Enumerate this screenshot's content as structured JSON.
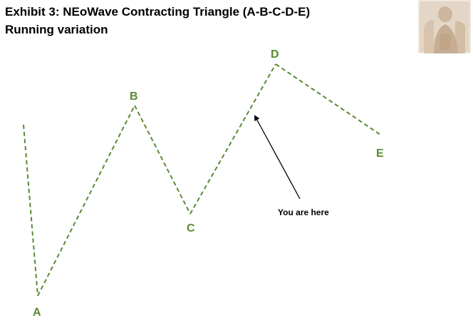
{
  "header": {
    "title_line1": "Exhibit 3: NEoWave Contracting Triangle (A-B-C-D-E)",
    "title_line2": "Running variation"
  },
  "colors": {
    "wave": "#5a8a32",
    "arrow": "#000000",
    "stamp_bg": "#e8dccf"
  },
  "points": {
    "a": "A",
    "b": "B",
    "c": "C",
    "d": "D",
    "e": "E"
  },
  "annotation": {
    "text": "You are here"
  },
  "stamp": {
    "icon": "portrait-seal-icon"
  }
}
